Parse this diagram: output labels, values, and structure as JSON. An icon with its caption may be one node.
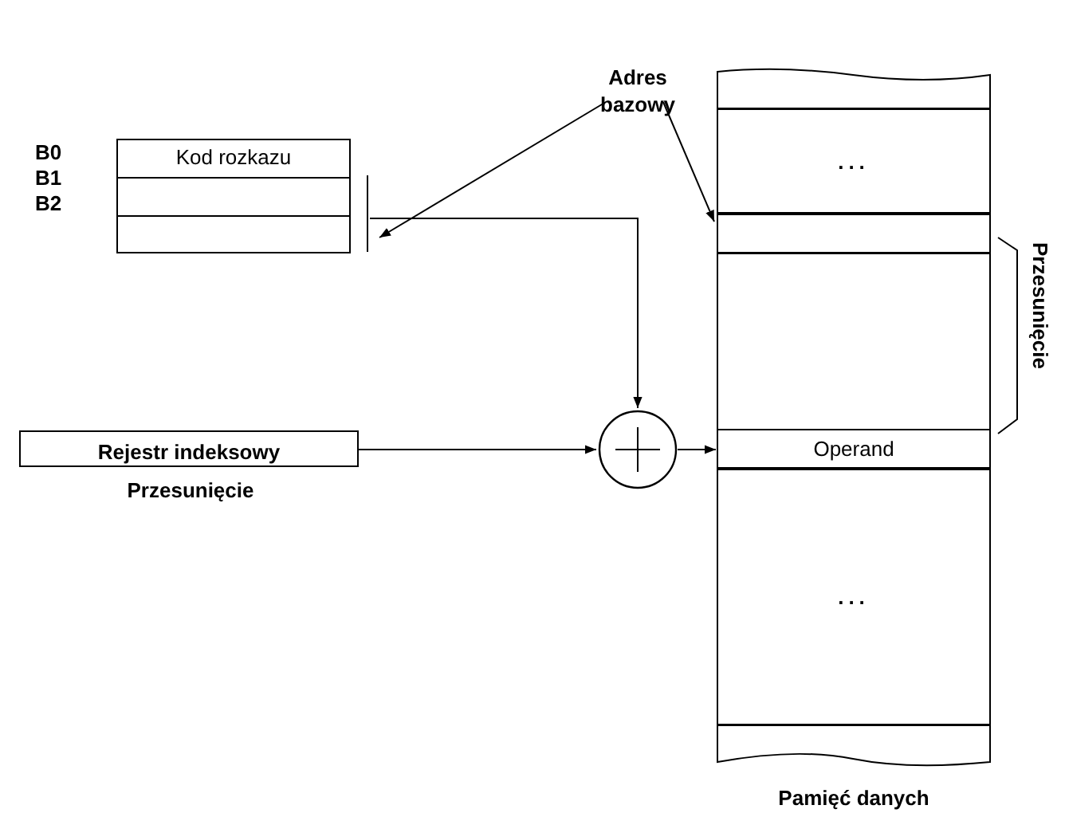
{
  "diagram": {
    "nodes": [
      {
        "text": [
          "Adres bazowy"
        ]
      },
      {
        "text": [
          "Kod rozkazu"
        ]
      },
      {
        "text": [],
        "shape": "bar"
      },
      {
        "text": [
          "Rejestr indeksowy"
        ],
        "beside": [
          "Przesunięcie"
        ]
      },
      {
        "text": [],
        "shape": "circle"
      },
      {
        "text": [
          "Pamięć danych"
        ]
      },
      {
        "text": [
          "..."
        ],
        "in": 5
      },
      {
        "text": [],
        "shape": "box",
        "in": 5
      },
      {
        "text": [
          "Operand"
        ],
        "in": 5
      },
      {
        "text": [
          "..."
        ],
        "in": 5
      }
    ],
    "edges": [
      {
        "from": 0,
        "to": 2,
        "arrow": "to"
      },
      {
        "from": 0,
        "to": 7,
        "arrow": "to"
      },
      {
        "from": 2,
        "to": 4,
        "arrow": "to"
      },
      {
        "from": 3,
        "to": 4,
        "arrow": "to"
      },
      {
        "from": 4,
        "to": 8,
        "arrow": "to"
      }
    ],
    "labels": [
      "B0",
      "B1",
      "B2",
      "Przesunięcie"
    ]
  }
}
